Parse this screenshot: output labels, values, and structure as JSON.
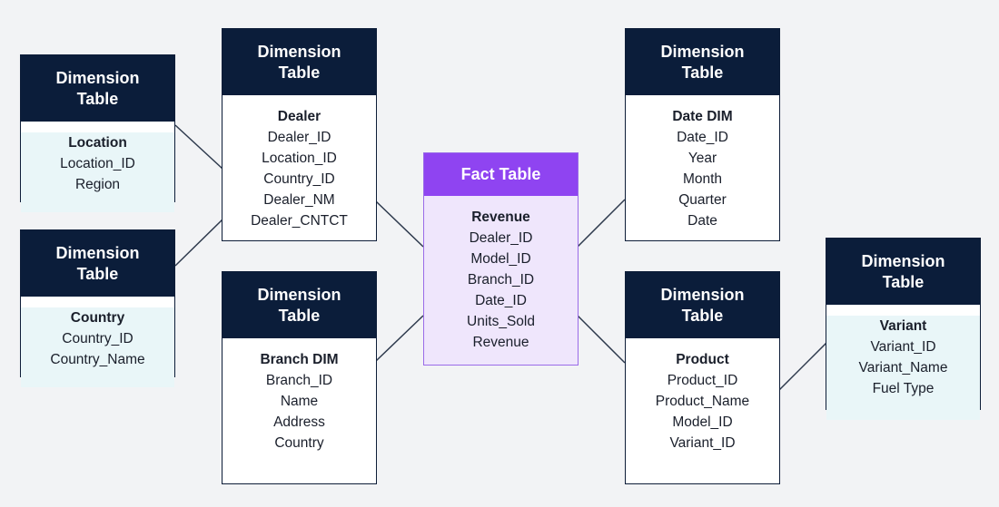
{
  "colors": {
    "dimension_header": "#0b1d3a",
    "fact_header": "#8f44f1",
    "fact_body": "#efe6fc",
    "light_body": "#e9f6f8",
    "connector": "#2e3a4d",
    "background": "#f2f3f5"
  },
  "tables": {
    "location": {
      "header_line1": "Dimension",
      "header_line2": "Table",
      "name": "Location",
      "fields": [
        "Location_ID",
        "Region"
      ]
    },
    "country": {
      "header_line1": "Dimension",
      "header_line2": "Table",
      "name": "Country",
      "fields": [
        "Country_ID",
        "Country_Name"
      ]
    },
    "dealer": {
      "header_line1": "Dimension",
      "header_line2": "Table",
      "name": "Dealer",
      "fields": [
        "Dealer_ID",
        "Location_ID",
        "Country_ID",
        "Dealer_NM",
        "Dealer_CNTCT"
      ]
    },
    "branch": {
      "header_line1": "Dimension",
      "header_line2": "Table",
      "name": "Branch DIM",
      "fields": [
        "Branch_ID",
        "Name",
        "Address",
        "Country"
      ]
    },
    "fact": {
      "header": "Fact Table",
      "name": "Revenue",
      "fields": [
        "Dealer_ID",
        "Model_ID",
        "Branch_ID",
        "Date_ID",
        "Units_Sold",
        "Revenue"
      ]
    },
    "date": {
      "header_line1": "Dimension",
      "header_line2": "Table",
      "name": "Date DIM",
      "fields": [
        "Date_ID",
        "Year",
        "Month",
        "Quarter",
        "Date"
      ]
    },
    "product": {
      "header_line1": "Dimension",
      "header_line2": "Table",
      "name": "Product",
      "fields": [
        "Product_ID",
        "Product_Name",
        "Model_ID",
        "Variant_ID"
      ]
    },
    "variant": {
      "header_line1": "Dimension",
      "header_line2": "Table",
      "name": "Variant",
      "fields": [
        "Variant_ID",
        "Variant_Name",
        "Fuel Type"
      ]
    }
  }
}
